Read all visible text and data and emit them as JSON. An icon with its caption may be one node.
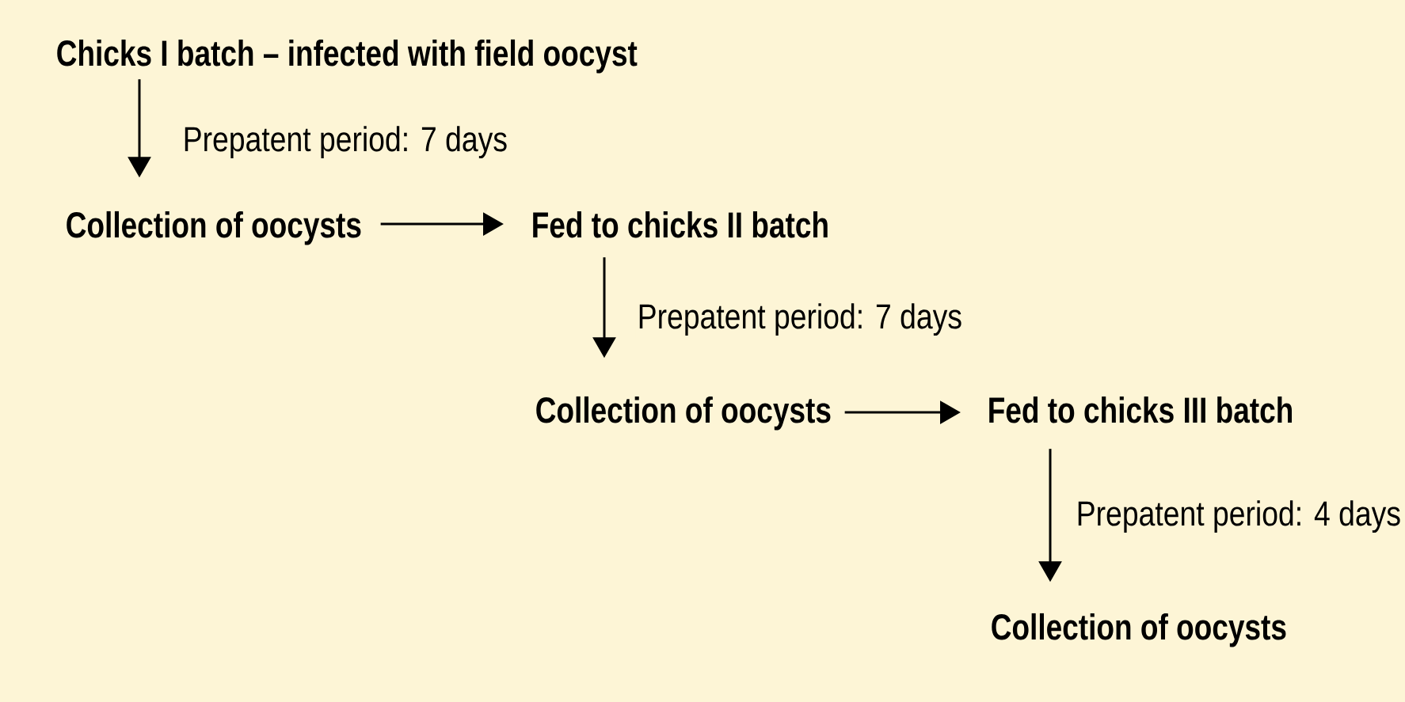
{
  "diagram": {
    "nodes": [
      {
        "text": [
          "Chicks I batch – infected with field oocyst"
        ]
      },
      {
        "text": [
          "Collection of oocysts"
        ]
      },
      {
        "text": [
          "Fed to chicks II batch"
        ]
      },
      {
        "text": [
          "Collection of oocysts"
        ]
      },
      {
        "text": [
          "Fed to chicks III batch"
        ]
      },
      {
        "text": [
          "Collection of oocysts"
        ]
      }
    ],
    "edges": [
      {
        "from": 0,
        "to": 1,
        "arrow": "to",
        "label": "Prepatent period: 7 days"
      },
      {
        "from": 1,
        "to": 2,
        "arrow": "to"
      },
      {
        "from": 2,
        "to": 3,
        "arrow": "to",
        "label": "Prepatent period: 7 days"
      },
      {
        "from": 3,
        "to": 4,
        "arrow": "to"
      },
      {
        "from": 4,
        "to": 5,
        "arrow": "to",
        "label": "Prepatent period: 4 days"
      }
    ]
  }
}
